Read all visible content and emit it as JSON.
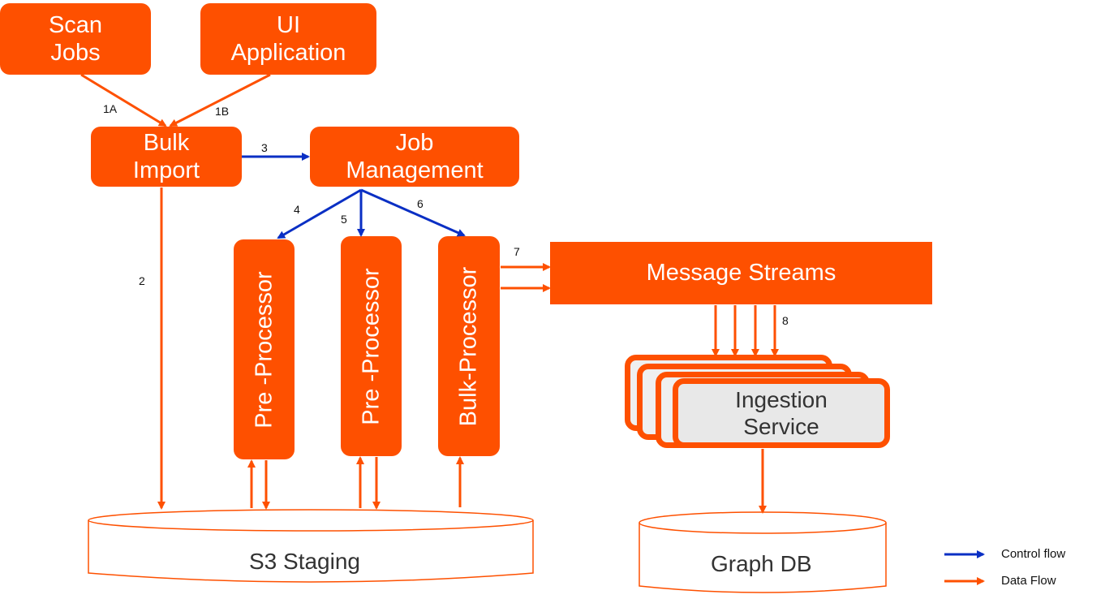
{
  "diagram": {
    "nodes": {
      "scan_jobs": "Scan\nJobs",
      "ui_application": "UI\nApplication",
      "bulk_import": "Bulk\nImport",
      "job_management": "Job\nManagement",
      "pre_processor_1": "Pre -Processor",
      "pre_processor_2": "Pre -Processor",
      "bulk_processor": "Bulk-Processor",
      "message_streams": "Message Streams",
      "ingestion_service": "Ingestion\nService",
      "s3_staging": "S3 Staging",
      "graph_db": "Graph DB"
    },
    "edge_labels": {
      "e1a": "1A",
      "e1b": "1B",
      "e2": "2",
      "e3": "3",
      "e4": "4",
      "e5": "5",
      "e6": "6",
      "e7": "7",
      "e8": "8"
    },
    "edges": [
      {
        "from": "scan_jobs",
        "to": "bulk_import",
        "label": "1A",
        "type": "data"
      },
      {
        "from": "ui_application",
        "to": "bulk_import",
        "label": "1B",
        "type": "data"
      },
      {
        "from": "bulk_import",
        "to": "s3_staging",
        "label": "2",
        "type": "data"
      },
      {
        "from": "bulk_import",
        "to": "job_management",
        "label": "3",
        "type": "control"
      },
      {
        "from": "job_management",
        "to": "pre_processor_1",
        "label": "4",
        "type": "control"
      },
      {
        "from": "job_management",
        "to": "pre_processor_2",
        "label": "5",
        "type": "control"
      },
      {
        "from": "job_management",
        "to": "bulk_processor",
        "label": "6",
        "type": "control"
      },
      {
        "from": "bulk_processor",
        "to": "message_streams",
        "label": "7",
        "type": "data"
      },
      {
        "from": "message_streams",
        "to": "ingestion_service",
        "label": "8",
        "type": "data"
      },
      {
        "from": "s3_staging",
        "to": "pre_processor_1",
        "label": "",
        "type": "data"
      },
      {
        "from": "pre_processor_1",
        "to": "s3_staging",
        "label": "",
        "type": "data"
      },
      {
        "from": "s3_staging",
        "to": "pre_processor_2",
        "label": "",
        "type": "data"
      },
      {
        "from": "pre_processor_2",
        "to": "s3_staging",
        "label": "",
        "type": "data"
      },
      {
        "from": "s3_staging",
        "to": "bulk_processor",
        "label": "",
        "type": "data"
      },
      {
        "from": "ingestion_service",
        "to": "graph_db",
        "label": "",
        "type": "data"
      }
    ],
    "legend": {
      "control_flow": "Control flow",
      "data_flow": "Data Flow"
    },
    "colors": {
      "node": "#fe5000",
      "control": "#0a2fc4",
      "data": "#fe5000",
      "ingestion_fill": "#e8e8e8"
    }
  }
}
